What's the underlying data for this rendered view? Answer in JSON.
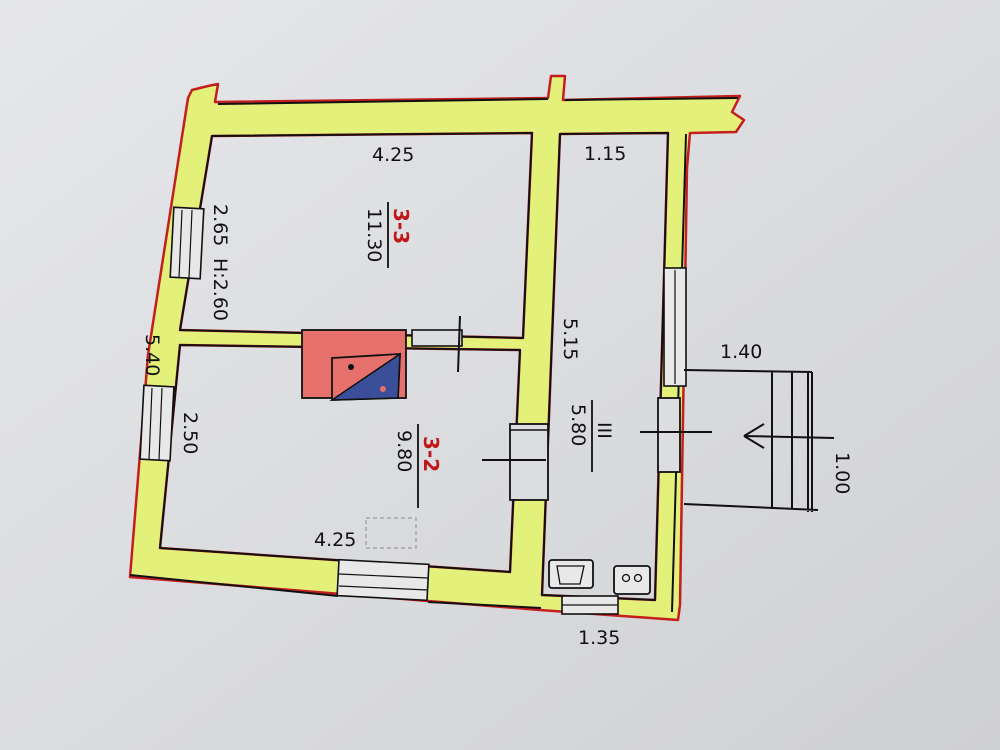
{
  "plan": {
    "colors": {
      "paper": "#dcdde0",
      "wall_fill": "#e3f07a",
      "wall_outline": "#c41e1e",
      "ink": "#111111",
      "stove_fill": "#e6706b",
      "stove_blue": "#3a4e9a",
      "room_number": "#c01818"
    },
    "rooms": [
      {
        "id": "3-3",
        "area": "11.30"
      },
      {
        "id": "3-2",
        "area": "9.80"
      },
      {
        "id": "III",
        "area": "5.80"
      }
    ],
    "dimensions": {
      "top_room_width": "4.25",
      "top_room_height": "2.65",
      "ceiling_height": "H:2.60",
      "bottom_room_width": "4.25",
      "bottom_room_height": "2.50",
      "overall_left": "5.40",
      "hall_width": "1.15",
      "hall_length": "5.15",
      "hall_bottom": "1.35",
      "porch_width": "1.40",
      "porch_depth": "1.00"
    },
    "icons": [
      "stove-icon",
      "sink-icon",
      "stove-burner-icon"
    ]
  }
}
